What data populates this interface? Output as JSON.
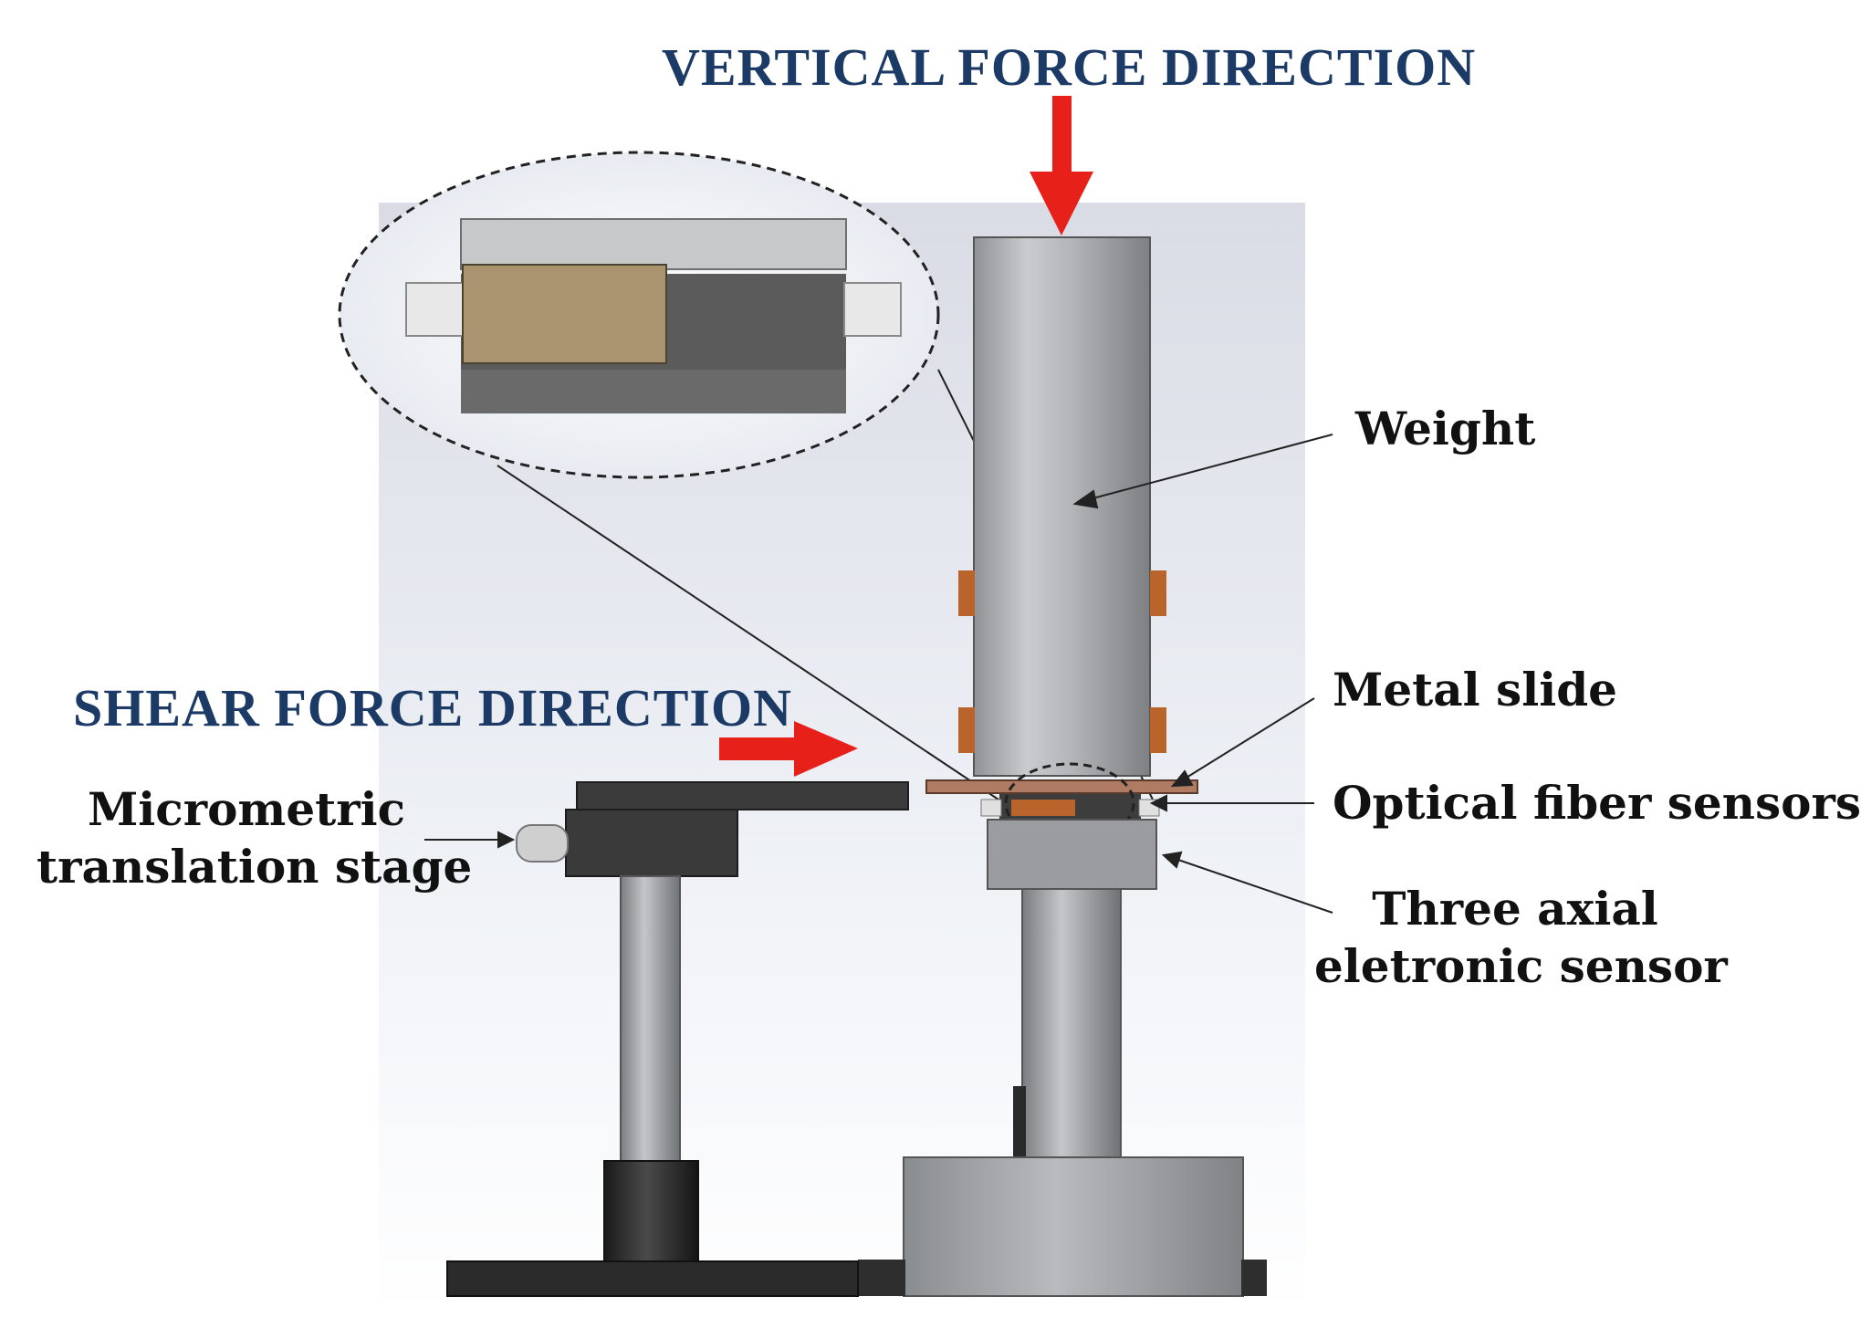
{
  "labels": {
    "vertical_force": "VERTICAL FORCE DIRECTION",
    "shear_force": "SHEAR FORCE DIRECTION",
    "weight": "Weight",
    "metal_slide": "Metal slide",
    "optical_fiber_sensors": "Optical fiber sensors",
    "micrometric_line1": "Micrometric",
    "micrometric_line2": "translation stage",
    "three_axial_line1": "Three axial",
    "three_axial_line2": "eletronic sensor"
  },
  "colors": {
    "title_blue": "#1b3a66",
    "force_arrow": "#e8201a",
    "metal_slide": "#b07b63",
    "sensor_pad": "#a9946f",
    "sensor_orange": "#b8642a",
    "dark_metal": "#4a4a4a",
    "light_metal": "#b9bcbf"
  },
  "icons": {
    "vertical_arrow": "arrow-down-icon",
    "shear_arrow": "arrow-right-icon"
  }
}
